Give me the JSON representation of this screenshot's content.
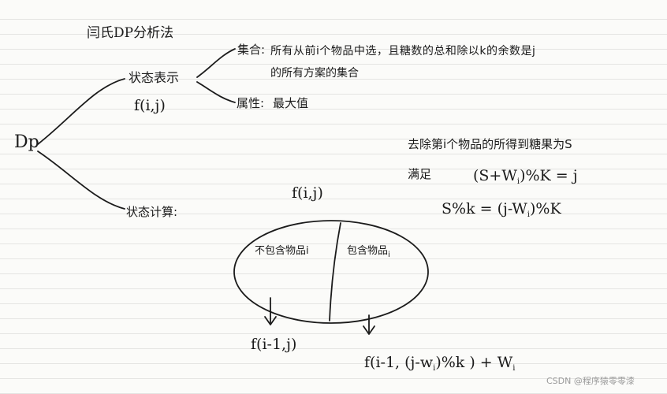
{
  "title": "闫氏DP分析法",
  "root": "Dp",
  "state_repr": {
    "label": "状态表示",
    "func": "f(i,j)",
    "set_label": "集合:",
    "set_line1": "所有从前i个物品中选，且糖数的总和除以k的余数是j",
    "set_line2": "的所有方案的集合",
    "attr_label": "属性:",
    "attr_value": "最大值"
  },
  "state_calc": {
    "label": "状态计算:",
    "func": "f(i,j)",
    "left_part": "不包含物品i",
    "right_part": "包含物品",
    "right_part_sub": "i",
    "left_result": "f(i-1,j)",
    "right_result_main": "f(i-1, (j-w",
    "right_result_sub": "i",
    "right_result_tail": ")%k ) + W",
    "right_result_tail_sub": "i"
  },
  "note": {
    "line1": "去除第i个物品的所得到糖果为S",
    "line2_label": "满足",
    "line2_expr_a": "(S+W",
    "line2_expr_a_sub": "i",
    "line2_expr_b": ")%K = j",
    "line3_expr_a": "S%k = (j-W",
    "line3_expr_a_sub": "i",
    "line3_expr_b": ")%K"
  },
  "watermark": "CSDN @程序猿零零漆"
}
